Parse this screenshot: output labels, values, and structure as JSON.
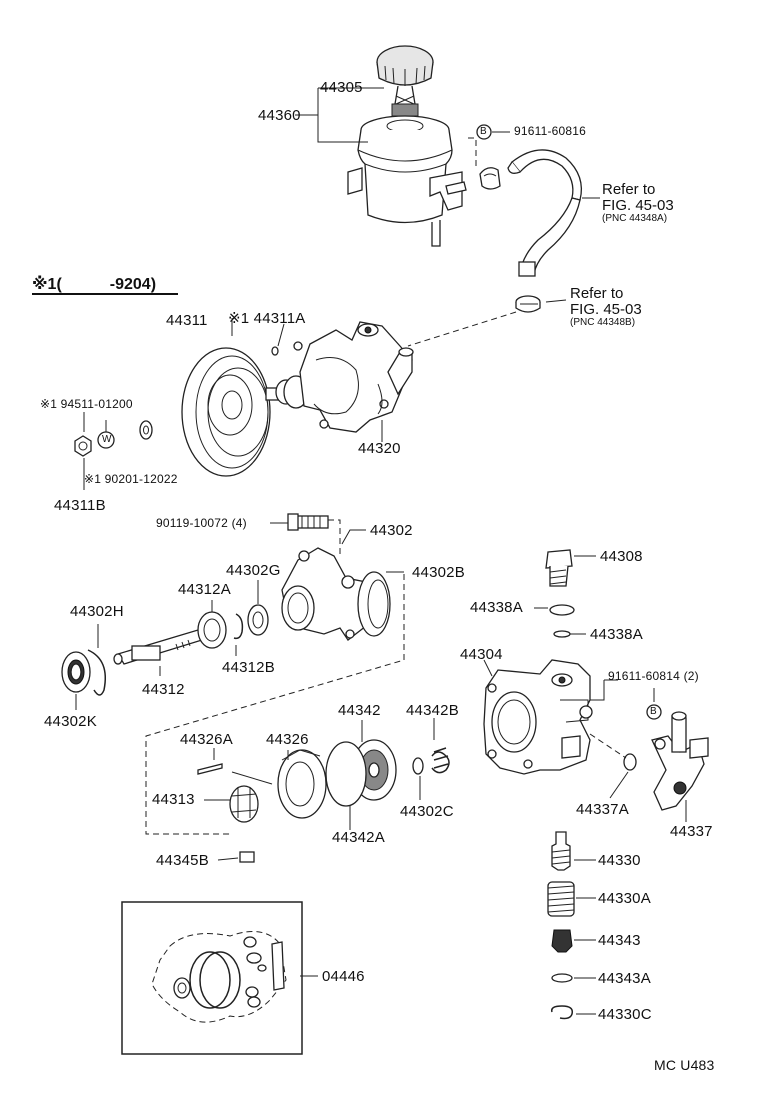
{
  "note": {
    "header": "※1(　　　-9204)"
  },
  "labels": {
    "p44305": "44305",
    "p44360": "44360",
    "b91611_60816": "91611-60816",
    "b_mark": "B",
    "ref1_line1": "Refer to",
    "ref1_line2": "FIG. 45-03",
    "ref1_line3": "(PNC 44348A)",
    "ref2_line1": "Refer to",
    "ref2_line2": "FIG. 45-03",
    "ref2_line3": "(PNC 44348B)",
    "p44311": "44311",
    "p44311A": "※1 44311A",
    "p94511": "※1 94511-01200",
    "w_mark": "W",
    "p90201": "※1 90201-12022",
    "p44311B": "44311B",
    "p44320": "44320",
    "p90119": "90119-10072 (4)",
    "p44302": "44302",
    "p44302B": "44302B",
    "p44302G": "44302G",
    "p44312A": "44312A",
    "p44302H": "44302H",
    "p44312B": "44312B",
    "p44312": "44312",
    "p44302K": "44302K",
    "p44308": "44308",
    "p44338A_1": "44338A",
    "p44338A_2": "44338A",
    "p44304": "44304",
    "p91611_60814": "91611-60814 (2)",
    "b_mark2": "B",
    "p44342": "44342",
    "p44342B": "44342B",
    "p44326A": "44326A",
    "p44326": "44326",
    "p44313": "44313",
    "p44342A": "44342A",
    "p44302C": "44302C",
    "p44337A": "44337A",
    "p44337": "44337",
    "p44345B": "44345B",
    "p44330": "44330",
    "p44330A": "44330A",
    "p44343": "44343",
    "p44343A": "44343A",
    "p44330C": "44330C",
    "p04446": "04446",
    "footer_code": "MC  U483"
  }
}
